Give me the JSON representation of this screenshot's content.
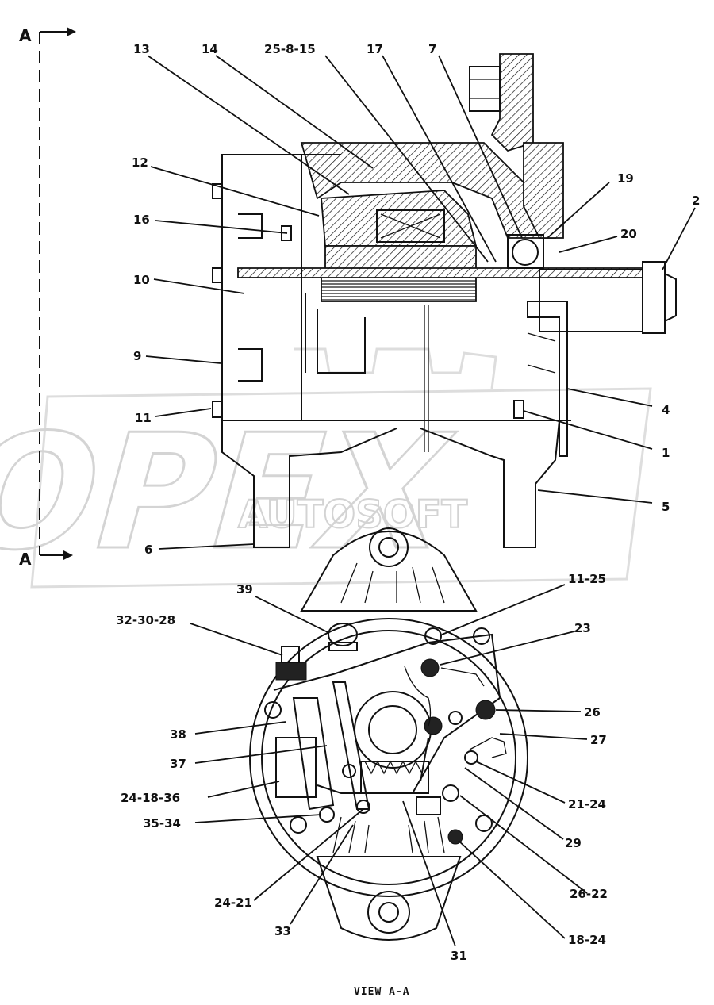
{
  "view_marker_letter": "A",
  "view_caption": "VIEW A-A",
  "watermark": {
    "logo_text": "OPEX",
    "brand_text": "AUTOSOFT"
  },
  "callouts": [
    {
      "id": "13",
      "text": "13"
    },
    {
      "id": "14",
      "text": "14"
    },
    {
      "id": "25-8-15",
      "text": "25-8-15"
    },
    {
      "id": "17",
      "text": "17"
    },
    {
      "id": "7",
      "text": "7"
    },
    {
      "id": "12",
      "text": "12"
    },
    {
      "id": "19",
      "text": "19"
    },
    {
      "id": "2",
      "text": "2"
    },
    {
      "id": "16",
      "text": "16"
    },
    {
      "id": "20",
      "text": "20"
    },
    {
      "id": "10",
      "text": "10"
    },
    {
      "id": "9",
      "text": "9"
    },
    {
      "id": "4",
      "text": "4"
    },
    {
      "id": "11",
      "text": "11"
    },
    {
      "id": "1",
      "text": "1"
    },
    {
      "id": "5",
      "text": "5"
    },
    {
      "id": "6",
      "text": "6"
    },
    {
      "id": "39",
      "text": "39"
    },
    {
      "id": "11-25",
      "text": "11-25"
    },
    {
      "id": "32-30-28",
      "text": "32-30-28"
    },
    {
      "id": "23",
      "text": "23"
    },
    {
      "id": "26",
      "text": "26"
    },
    {
      "id": "38",
      "text": "38"
    },
    {
      "id": "27",
      "text": "27"
    },
    {
      "id": "37",
      "text": "37"
    },
    {
      "id": "24-18-36",
      "text": "24-18-36"
    },
    {
      "id": "21-24",
      "text": "21-24"
    },
    {
      "id": "35-34",
      "text": "35-34"
    },
    {
      "id": "29",
      "text": "29"
    },
    {
      "id": "26-22",
      "text": "26-22"
    },
    {
      "id": "24-21",
      "text": "24-21"
    },
    {
      "id": "33",
      "text": "33"
    },
    {
      "id": "18-24",
      "text": "18-24"
    },
    {
      "id": "31",
      "text": "31"
    }
  ]
}
